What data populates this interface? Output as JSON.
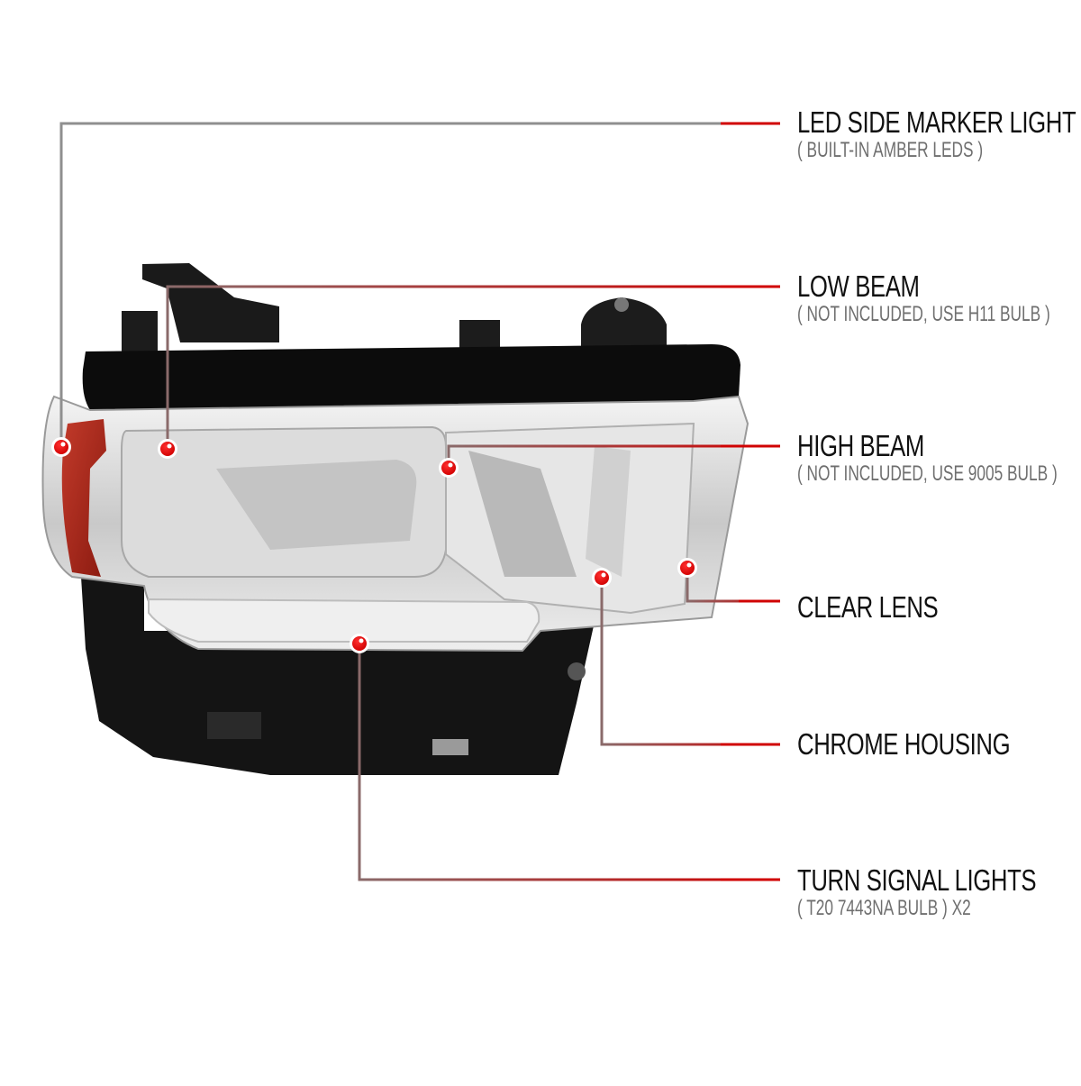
{
  "colors": {
    "background": "#ffffff",
    "callout_line_start": "#8a6a6a",
    "callout_line_end": "#d00000",
    "dot_fill": "#e00000",
    "title_text": "#111111",
    "subtitle_text": "#6f6f6f"
  },
  "product": {
    "name": "headlight-assembly",
    "housing": "chrome",
    "lens": "clear"
  },
  "callouts": [
    {
      "title": "LED SIDE MARKER LIGHT",
      "subtitle": "( BUILT-IN AMBER LEDS )"
    },
    {
      "title": "LOW BEAM",
      "subtitle": "( NOT INCLUDED, USE  H11  BULB )"
    },
    {
      "title": "HIGH BEAM",
      "subtitle": "( NOT INCLUDED, USE  9005  BULB )"
    },
    {
      "title": "CLEAR LENS",
      "subtitle": ""
    },
    {
      "title": "CHROME HOUSING",
      "subtitle": ""
    },
    {
      "title": "TURN SIGNAL LIGHTS",
      "subtitle": "( T20  7443NA  BULB ) X2"
    }
  ]
}
